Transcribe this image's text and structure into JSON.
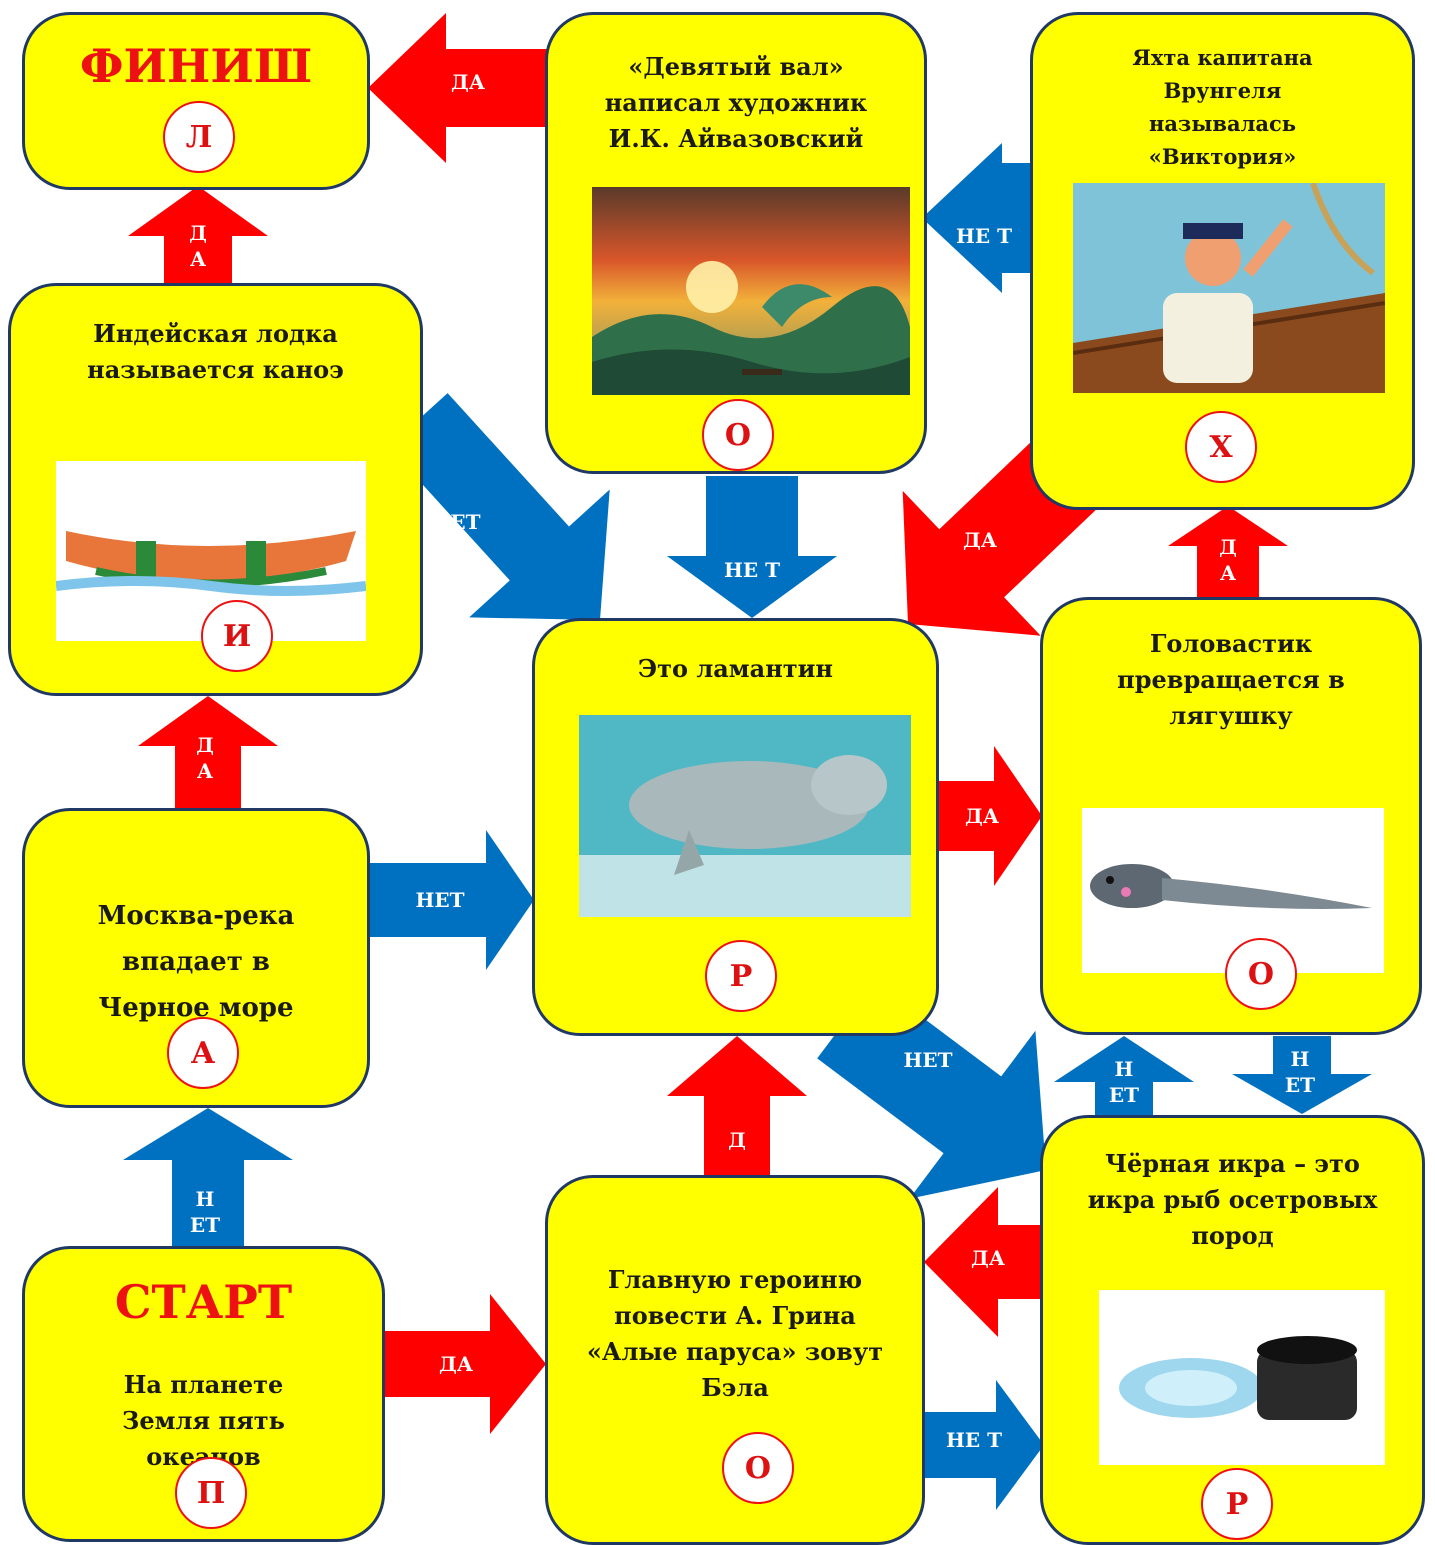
{
  "colors": {
    "box": "#ffff00",
    "border": "#1f3864",
    "arrow_yes": "#ff0000",
    "arrow_no": "#0070c0",
    "letter": "#dd1111"
  },
  "finish": {
    "title": "ФИНИШ",
    "letter": "Л"
  },
  "start": {
    "title": "СТАРТ",
    "question": "На планете Земля пять океанов",
    "letter": "П"
  },
  "boxes": {
    "aivazovsky": {
      "question": "«Девятый вал» написал художник И.К. Айвазовский",
      "letter": "О",
      "image": "painting-ninth-wave"
    },
    "vrungel": {
      "question": "Яхта капитана Врунгеля называлась «Виктория»",
      "letter": "Х",
      "image": "cartoon-captain"
    },
    "canoe": {
      "question": "Индейская лодка называется каноэ",
      "letter": "И",
      "image": "canoe"
    },
    "manatee": {
      "question": "Это ламантин",
      "letter": "Р",
      "image": "manatee-photo"
    },
    "tadpole": {
      "question": "Головастик превращается в лягушку",
      "letter": "О",
      "image": "tadpole"
    },
    "moscow": {
      "question": "Москва-река впадает в Черное море",
      "letter": "А"
    },
    "grin": {
      "question": "Главную героиню повести А. Грина «Алые паруса» зовут Бэла",
      "letter": "О"
    },
    "caviar": {
      "question": "Чёрная икра – это икра рыб осетровых пород",
      "letter": "Р",
      "image": "caviar-jar"
    }
  },
  "arrow_labels": {
    "yes_aiv_finish": "ДА",
    "yes_canoe_finish": "Д А",
    "no_vrungel_aiv": "НЕ Т",
    "no_canoe_manatee": "НЕТ",
    "no_aiv_manatee": "НЕ Т",
    "yes_vrungel_manatee": "ДА",
    "yes_tadpole_vrungel": "Д А",
    "yes_moscow_canoe": "Д А",
    "yes_manatee_tadpole": "ДА",
    "no_moscow_manatee": "НЕТ",
    "no_manatee_caviar": "НЕТ",
    "no_caviar_tadpole": "Н ЕТ",
    "no_tadpole_caviar": "Н ЕТ",
    "yes_grin_manatee": "Д",
    "no_start_moscow": "Н ЕТ",
    "yes_caviar_grin": "ДА",
    "yes_start_grin": "ДА",
    "no_grin_caviar": "НЕ Т"
  }
}
